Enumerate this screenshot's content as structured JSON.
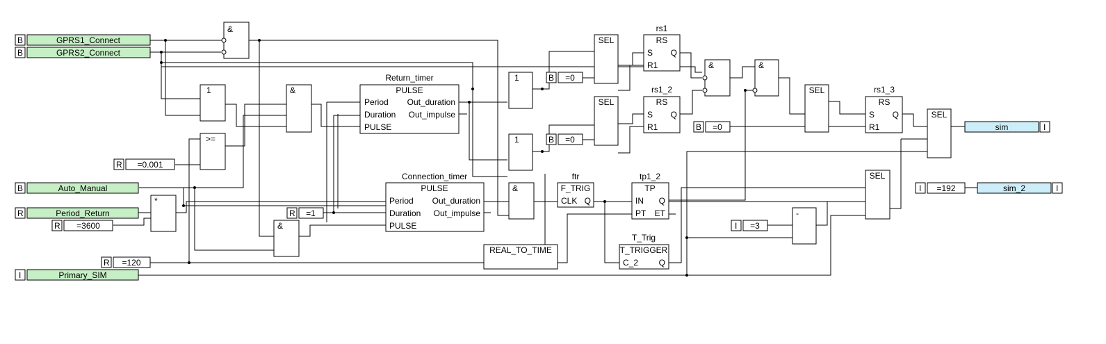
{
  "inputs": {
    "gprs1": {
      "type": "B",
      "name": "GPRS1_Connect"
    },
    "gprs2": {
      "type": "B",
      "name": "GPRS2_Connect"
    },
    "auto_manual": {
      "type": "B",
      "name": "Auto_Manual"
    },
    "period_return": {
      "type": "R",
      "name": "Period_Return"
    },
    "primary_sim": {
      "type": "I",
      "name": "Primary_SIM"
    }
  },
  "outputs": {
    "sim": {
      "type": "I",
      "name": "sim"
    },
    "sim_2": {
      "type": "I",
      "name": "sim_2"
    }
  },
  "constants": {
    "c_0001": {
      "type": "R",
      "value": "=0.001"
    },
    "c_3600": {
      "type": "R",
      "value": "=3600"
    },
    "c_120": {
      "type": "R",
      "value": "=120"
    },
    "c_1": {
      "type": "R",
      "value": "=1"
    },
    "c_b0_a": {
      "type": "B",
      "value": "=0"
    },
    "c_b0_b": {
      "type": "B",
      "value": "=0"
    },
    "c_b0_c": {
      "type": "B",
      "value": "=0"
    },
    "c_3": {
      "type": "I",
      "value": "=3"
    },
    "c_192": {
      "type": "I",
      "value": "=192"
    }
  },
  "blocks": {
    "and1": {
      "op": "&"
    },
    "or1": {
      "op": "1"
    },
    "and2": {
      "op": "&"
    },
    "ge": {
      "op": ">="
    },
    "mul": {
      "op": "*"
    },
    "and3": {
      "op": "&"
    },
    "return_timer": {
      "instance": "Return_timer",
      "type": "PULSE",
      "pins": [
        "Period",
        "Duration",
        "PULSE",
        "Out_duration",
        "Out_impulse"
      ]
    },
    "connection_timer": {
      "instance": "Connection_timer",
      "type": "PULSE",
      "pins": [
        "Period",
        "Duration",
        "PULSE",
        "Out_duration",
        "Out_impulse"
      ]
    },
    "or2": {
      "op": "1"
    },
    "or3": {
      "op": "1"
    },
    "and4": {
      "op": "&"
    },
    "sel1": {
      "op": "SEL"
    },
    "sel2": {
      "op": "SEL"
    },
    "rs1": {
      "instance": "rs1",
      "type": "RS",
      "pins": [
        "S",
        "Q",
        "R1"
      ]
    },
    "rs1_2": {
      "instance": "rs1_2",
      "type": "RS",
      "pins": [
        "S",
        "Q",
        "R1"
      ]
    },
    "ftr": {
      "instance": "ftr",
      "type": "F_TRIG",
      "pins": [
        "CLK",
        "Q"
      ]
    },
    "tp1_2": {
      "instance": "tp1_2",
      "type": "TP",
      "pins": [
        "IN",
        "Q",
        "PT",
        "ET"
      ]
    },
    "t_trig": {
      "instance": "T_Trig",
      "type": "T_TRIGGER",
      "pins": [
        "C_2",
        "Q"
      ]
    },
    "real_to_time": {
      "op": "REAL_TO_TIME"
    },
    "and5": {
      "op": "&"
    },
    "and6": {
      "op": "&"
    },
    "sel3": {
      "op": "SEL"
    },
    "rs1_3": {
      "instance": "rs1_3",
      "type": "RS",
      "pins": [
        "S",
        "Q",
        "R1"
      ]
    },
    "sel4": {
      "op": "SEL"
    },
    "sel5": {
      "op": "SEL"
    },
    "sub": {
      "op": "-"
    }
  }
}
